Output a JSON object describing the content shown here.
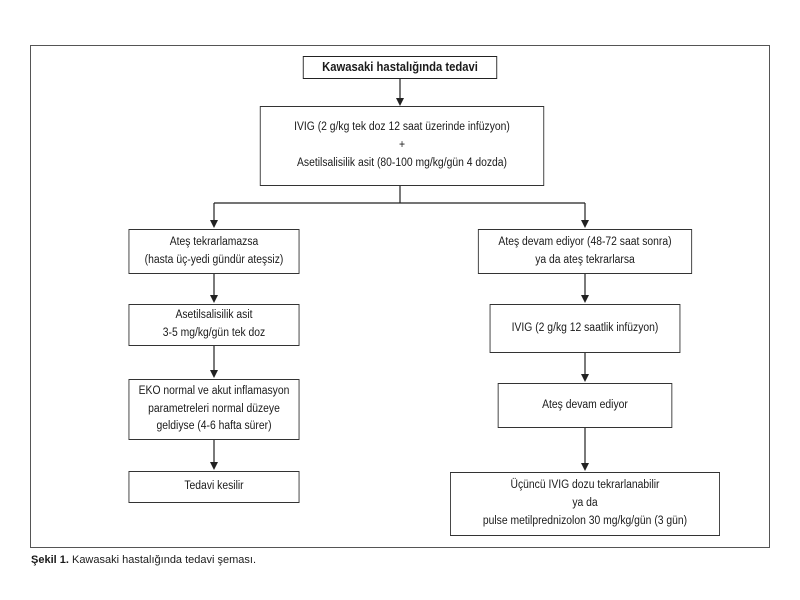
{
  "title": "Kawasaki hastalığında tedavi",
  "initial": {
    "line1": "IVIG (2 g/kg tek doz 12 saat üzerinde infüzyon)",
    "plus": "+",
    "line2": "Asetilsalisilik asit (80-100 mg/kg/gün 4 dozda)"
  },
  "left": {
    "b1": {
      "line1": "Ateş tekrarlamazsa",
      "line2": "(hasta üç-yedi gündür ateşsiz)"
    },
    "b2": {
      "line1": "Asetilsalisilik asit",
      "line2": "3-5 mg/kg/gün tek doz"
    },
    "b3": {
      "line1": "EKO normal ve akut inflamasyon",
      "line2": "parametreleri normal düzeye",
      "line3": "geldiyse (4-6 hafta sürer)"
    },
    "b4": {
      "line1": "Tedavi kesilir"
    }
  },
  "right": {
    "b1": {
      "line1": "Ateş devam ediyor (48-72 saat sonra)",
      "line2": "ya da ateş tekrarlarsa"
    },
    "b2": {
      "line1": "IVIG (2 g/kg 12 saatlik infüzyon)"
    },
    "b3": {
      "line1": "Ateş devam ediyor"
    },
    "b4": {
      "line1": "Üçüncü IVIG dozu tekrarlanabilir",
      "line2": "ya da",
      "line3": "pulse metilprednizolon 30 mg/kg/gün (3 gün)"
    }
  },
  "caption": {
    "label": "Şekil 1.",
    "text": " Kawasaki hastalığında tedavi şeması."
  }
}
